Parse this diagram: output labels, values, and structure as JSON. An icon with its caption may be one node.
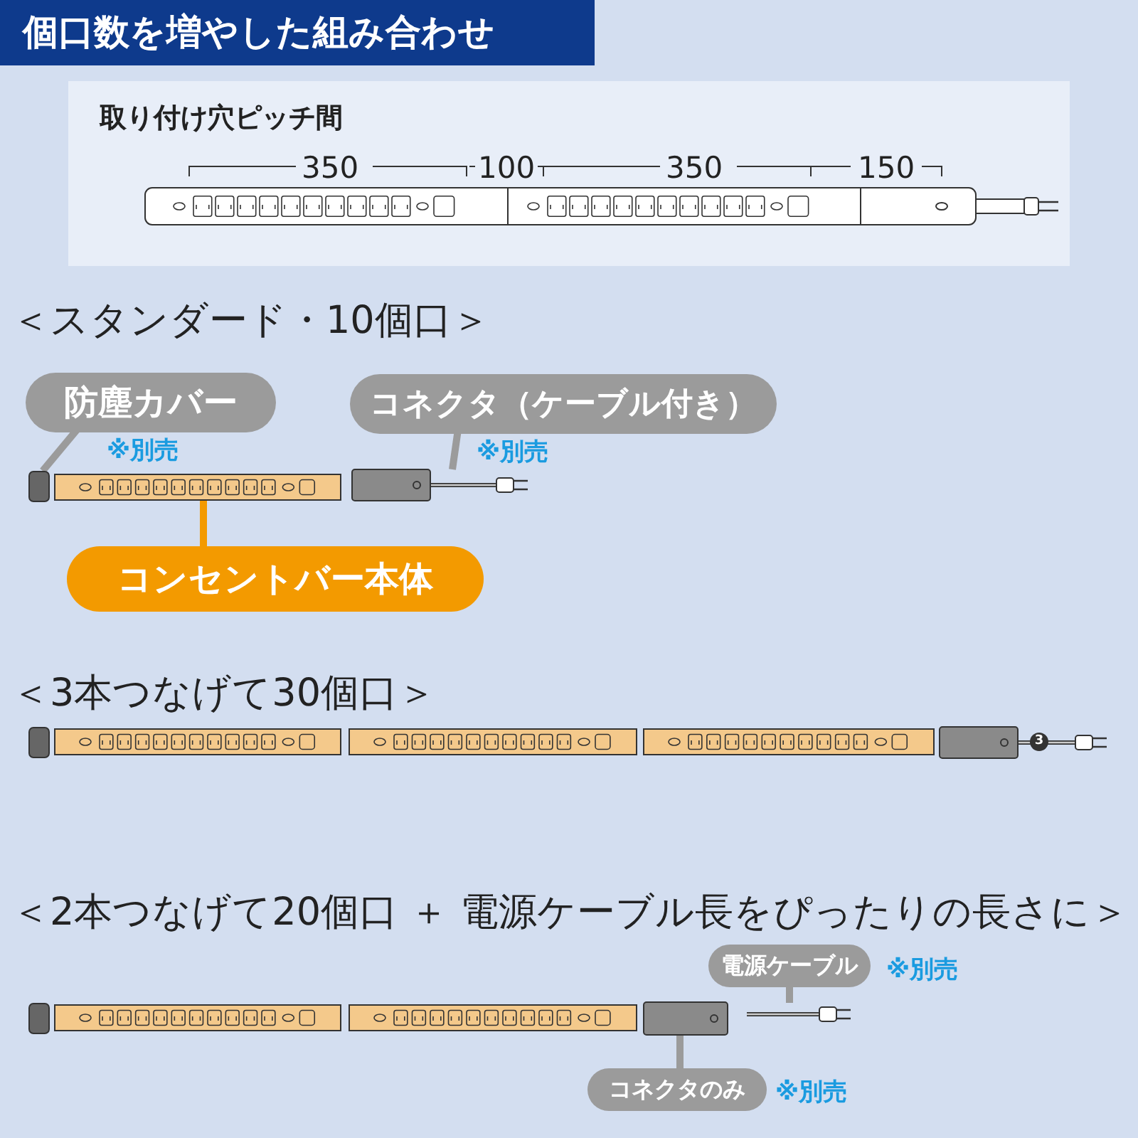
{
  "diagram": {
    "title": "個口数を増やした組み合わせ",
    "nodes": [
      {
        "text": [
          "取り付け穴ピッチ間"
        ]
      },
      {
        "text": [
          "防塵カバー"
        ],
        "beside": [
          "※別売"
        ]
      },
      {
        "text": [
          "コネクタ（ケーブル付き）"
        ],
        "beside": [
          "※別売"
        ]
      },
      {
        "text": [],
        "shape": "box"
      },
      {
        "text": [],
        "shape": "bar"
      },
      {
        "text": [],
        "shape": "picture"
      },
      {
        "text": [
          "コンセントバー本体"
        ]
      },
      {
        "text": [
          "電源ケーブル"
        ],
        "beside": [
          "※別売"
        ]
      },
      {
        "text": [],
        "shape": "picture"
      },
      {
        "text": [],
        "shape": "picture"
      },
      {
        "text": [
          "コネクタのみ"
        ],
        "beside": [
          "※別売"
        ]
      }
    ],
    "edges": [
      {
        "from": 1,
        "to": 3,
        "arrow": "none"
      },
      {
        "from": 2,
        "to": 5,
        "arrow": "none"
      },
      {
        "from": 6,
        "to": 4,
        "arrow": "none",
        "color": "#f39a00"
      },
      {
        "from": 7,
        "to": 8,
        "arrow": "none"
      },
      {
        "from": 10,
        "to": 9,
        "arrow": "none"
      }
    ],
    "labels": [
      "350",
      "100",
      "350",
      "150",
      "＜スタンダード・10個口＞",
      "＜3本つなげて30個口＞",
      "3",
      "＜2本つなげて20個口 ＋ 電源ケーブル長をぴったりの長さに＞"
    ]
  }
}
